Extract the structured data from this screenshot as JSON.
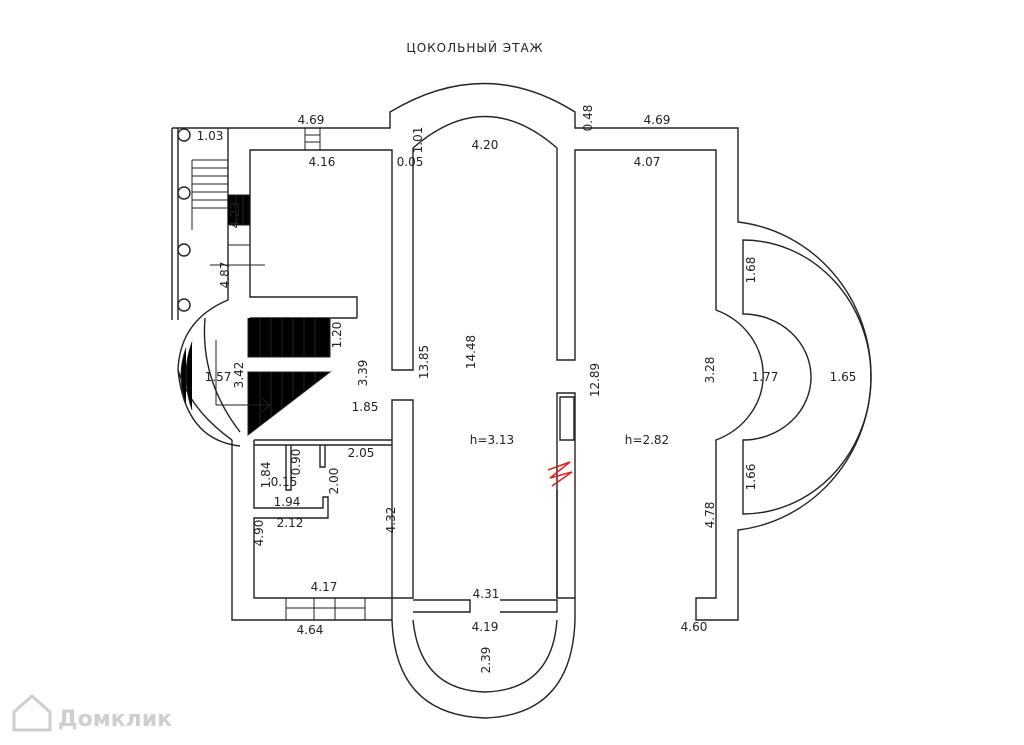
{
  "title": "ЦОКОЛЬНЫЙ ЭТАЖ",
  "watermark": "Домклик",
  "dims": {
    "top_left_outer": "4.69",
    "stair_width": "1.03",
    "top_left_inner": "4.16",
    "wall_1_01": "1.01",
    "wall_0_05": "0.05",
    "hall_top": "4.20",
    "wall_0_48": "0.48",
    "top_right_outer": "4.69",
    "top_right_inner": "4.07",
    "left_room_height": "4.23",
    "stair_outer_height": "4.87",
    "bay_upper": "1.68",
    "stair_flight": "1.20",
    "hall_left": "13.85",
    "hall_length": "14.48",
    "hall_right": "12.89",
    "corridor": "3.39",
    "stair_height": "3.42",
    "stair_radius": "1.57",
    "bay_depth": "3.28",
    "bay_inner": "1.77",
    "bay_outer": "1.65",
    "corridor_width": "1.85",
    "hall_ceiling": "h=3.13",
    "right_ceiling": "h=2.82",
    "bath_door": "0.90",
    "bath_width": "2.05",
    "bath_height": "1.84",
    "bath_wall": "0.15",
    "bath_depth": "2.00",
    "bay_lower": "1.66",
    "bath_bottom": "1.94",
    "right_lower": "4.78",
    "room_top": "2.12",
    "room_left": "4.90",
    "room_right": "4.32",
    "room_bottom": "4.17",
    "hall_bottom_inner": "4.31",
    "bottom_left_outer": "4.64",
    "apse_width": "4.19",
    "bottom_right": "4.60",
    "apse_depth": "2.39"
  }
}
